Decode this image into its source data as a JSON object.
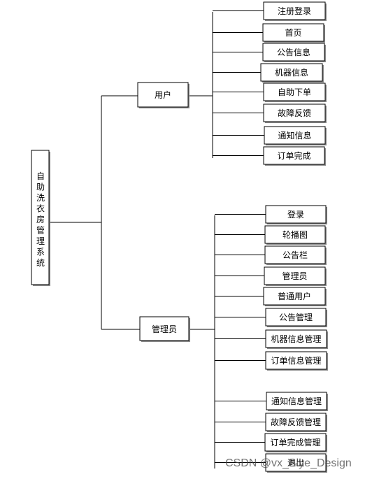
{
  "root": {
    "label": "自助洗衣房管理系统"
  },
  "branches": [
    {
      "label": "用户",
      "children": [
        "注册登录",
        "首页",
        "公告信息",
        "机器信息",
        "自助下单",
        "故障反馈",
        "通知信息",
        "订单完成"
      ]
    },
    {
      "label": "管理员",
      "children": [
        "登录",
        "轮播图",
        "公告栏",
        "管理员",
        "普通用户",
        "公告管理",
        "机器信息管理",
        "订单信息管理",
        "通知信息管理",
        "故障反馈管理",
        "订单完成管理",
        "退出"
      ]
    }
  ],
  "watermark": "CSDN @vx_Biye_Design"
}
